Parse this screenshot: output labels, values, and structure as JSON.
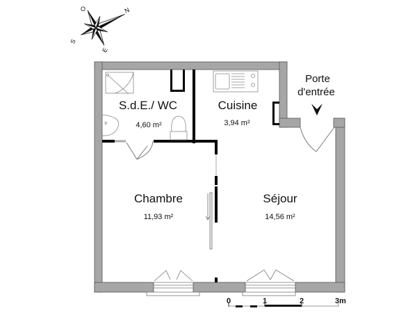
{
  "compass": {
    "north": "N",
    "south": "S",
    "east": "E",
    "west": "O"
  },
  "rooms": [
    {
      "name": "S.d.E./ WC",
      "area": "4,60 m²"
    },
    {
      "name": "Cuisine",
      "area": "3,94 m²"
    },
    {
      "name": "Chambre",
      "area": "11,93 m²"
    },
    {
      "name": "Séjour",
      "area": "14,56 m²"
    }
  ],
  "entrance": {
    "line1": "Porte",
    "line2": "d'entrée"
  },
  "scale": {
    "ticks": [
      "0",
      "1",
      "2",
      "3m"
    ]
  },
  "colors": {
    "wall": "#a6a6a6",
    "wall_outline": "#555555",
    "partition": "#000000"
  }
}
